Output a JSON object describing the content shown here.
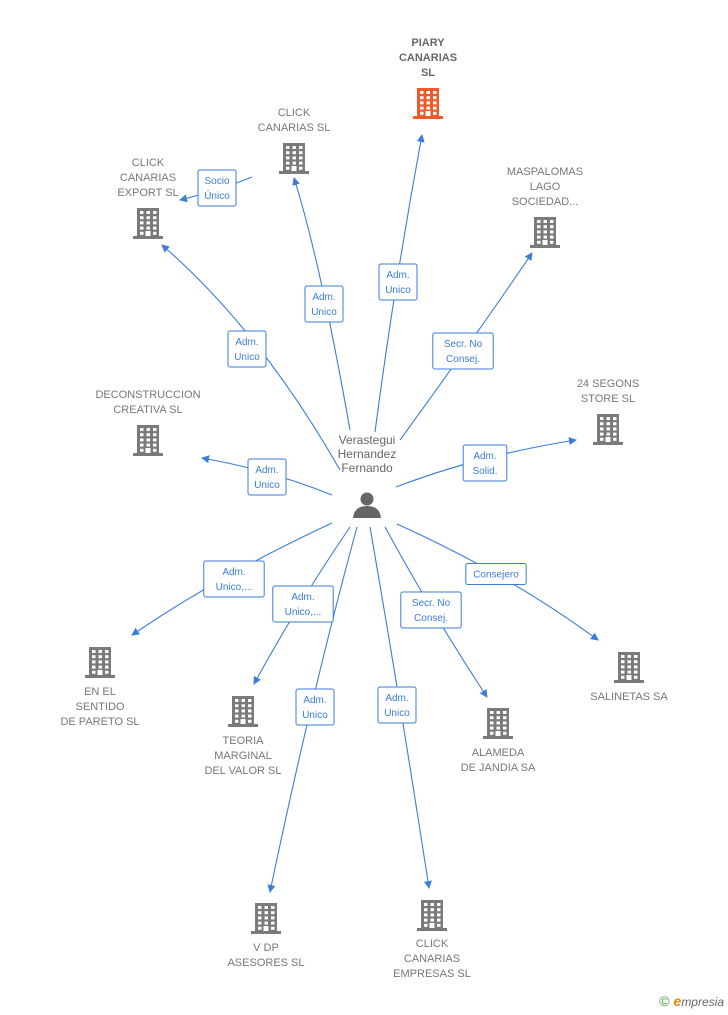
{
  "center": {
    "name_lines": [
      "Verastegui",
      "Hernandez",
      "Fernando"
    ]
  },
  "companies": [
    {
      "id": "piary",
      "lines": [
        "PIARY",
        "CANARIAS",
        "SL"
      ],
      "highlight": true
    },
    {
      "id": "click-canarias",
      "lines": [
        "CLICK",
        "CANARIAS  SL"
      ],
      "highlight": false
    },
    {
      "id": "click-export",
      "lines": [
        "CLICK",
        "CANARIAS",
        "EXPORT  SL"
      ],
      "highlight": false
    },
    {
      "id": "maspalomas",
      "lines": [
        "MASPALOMAS",
        "LAGO",
        "SOCIEDAD..."
      ],
      "highlight": false
    },
    {
      "id": "deconstruccion",
      "lines": [
        "DECONSTRUCCION",
        "CREATIVA  SL"
      ],
      "highlight": false
    },
    {
      "id": "24segons",
      "lines": [
        "24 SEGONS",
        "STORE  SL"
      ],
      "highlight": false
    },
    {
      "id": "en-el-sentido",
      "lines": [
        "EN EL",
        "SENTIDO",
        "DE PARETO  SL"
      ],
      "highlight": false
    },
    {
      "id": "teoria",
      "lines": [
        "TEORIA",
        "MARGINAL",
        "DEL VALOR  SL"
      ],
      "highlight": false
    },
    {
      "id": "alameda",
      "lines": [
        "ALAMEDA",
        "DE JANDIA SA"
      ],
      "highlight": false
    },
    {
      "id": "salinetas",
      "lines": [
        "SALINETAS SA"
      ],
      "highlight": false
    },
    {
      "id": "vdp",
      "lines": [
        "V DP",
        "ASESORES SL"
      ],
      "highlight": false
    },
    {
      "id": "click-empresas",
      "lines": [
        "CLICK",
        "CANARIAS",
        "EMPRESAS  SL"
      ],
      "highlight": false
    }
  ],
  "edges": [
    {
      "to": "piary",
      "lines": [
        "Adm.",
        "Unico"
      ]
    },
    {
      "to": "click-canarias",
      "lines": [
        "Adm.",
        "Unico"
      ]
    },
    {
      "to": "click-export",
      "lines": [
        "Adm.",
        "Unico"
      ]
    },
    {
      "to": "click-export-socio",
      "lines": [
        "Socio",
        "Único"
      ]
    },
    {
      "to": "maspalomas",
      "lines": [
        "Secr.  No",
        "Consej."
      ]
    },
    {
      "to": "deconstruccion",
      "lines": [
        "Adm.",
        "Unico"
      ]
    },
    {
      "to": "24segons",
      "lines": [
        "Adm.",
        "Solid."
      ]
    },
    {
      "to": "en-el-sentido",
      "lines": [
        "Adm.",
        "Unico,..."
      ]
    },
    {
      "to": "teoria",
      "lines": [
        "Adm.",
        "Unico,..."
      ]
    },
    {
      "to": "alameda",
      "lines": [
        "Secr.  No",
        "Consej."
      ]
    },
    {
      "to": "salinetas",
      "lines": [
        "Consejero"
      ]
    },
    {
      "to": "vdp",
      "lines": [
        "Adm.",
        "Unico"
      ]
    },
    {
      "to": "click-empresas",
      "lines": [
        "Adm.",
        "Unico"
      ]
    }
  ],
  "colors": {
    "edge": "#3b7dd8",
    "building": "#7a7a7a",
    "building_highlight": "#f05a28",
    "person": "#666666"
  },
  "icons": {
    "company": "building-icon",
    "person": "person-icon"
  },
  "footer": {
    "copyright": "©",
    "brand_first": "e",
    "brand_rest": "mpresia"
  }
}
